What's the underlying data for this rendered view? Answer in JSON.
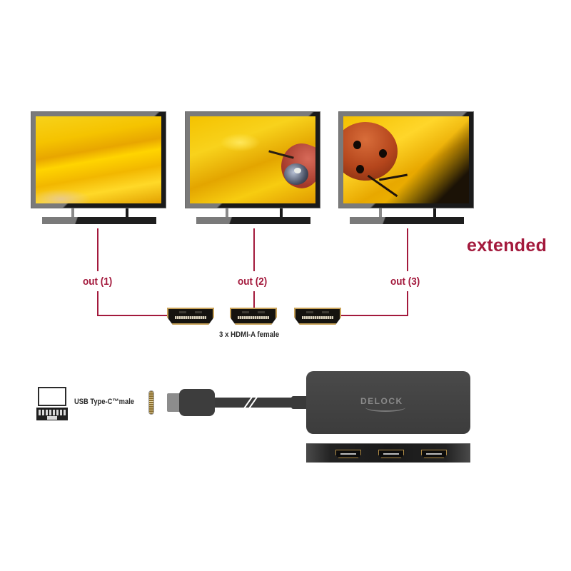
{
  "diagram": {
    "mode_label": "extended",
    "monitors": [
      {
        "id": 1,
        "content": "yellow-flower-closeup",
        "output_label": "out (1)"
      },
      {
        "id": 2,
        "content": "ladybug-on-yellow-flower-left-part",
        "output_label": "out (2)"
      },
      {
        "id": 3,
        "content": "ladybug-on-yellow-flower-right-part",
        "output_label": "out (3)"
      }
    ],
    "ports_caption": "3 x HDMI-A female",
    "usb_label": "USB Type-C™male",
    "brand_logo": "DELOCK",
    "hub_port_count": 3,
    "colors": {
      "accent": "#a3193c",
      "hub_body": "#404040",
      "hdmi_gold": "#c9a35a",
      "background": "#ffffff"
    }
  }
}
